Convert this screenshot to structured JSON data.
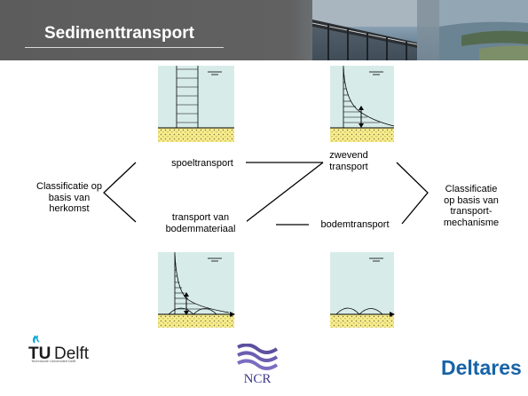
{
  "slide": {
    "title": "Sedimenttransport"
  },
  "labels": {
    "washload": "spoeltransport",
    "suspended": "zwevend\ntransport",
    "bed_material": "transport van\nbodemmateriaal",
    "bedload": "bodemtransport",
    "class_origin": "Classificatie op\nbasis van\nherkomst",
    "class_mechanism": "Classificatie\nop basis van\ntransport-\nmechanisme"
  },
  "logos": {
    "tudelft_word": "Delft",
    "tudelft_sub": "Technische Universiteit Delft",
    "ncr": "NCR",
    "deltares": "Deltares"
  },
  "colors": {
    "header_bg": "#5c5c5c",
    "water": "#d7ece9",
    "sand": "#f6ec8c",
    "sand_dot": "#7a6d3a",
    "deltares_blue": "#1763a6",
    "tud_cyan": "#00a6d6",
    "ncr_purple": "#5c4f9e"
  }
}
